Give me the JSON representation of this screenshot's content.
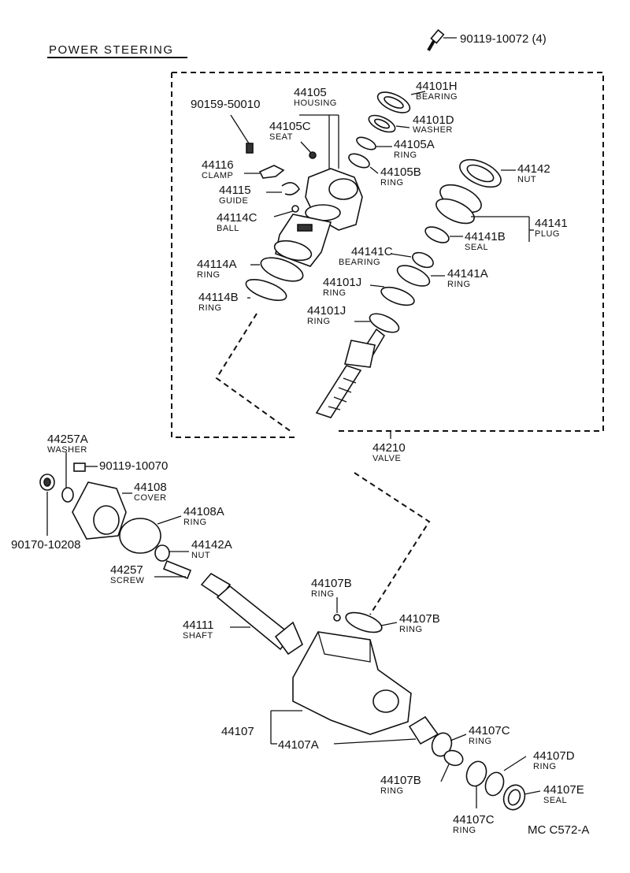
{
  "title": "POWER STEERING",
  "code": "MC C572-A",
  "callouts": [
    {
      "num": "90119-10072 (4)",
      "name": ""
    },
    {
      "num": "44101H",
      "name": "BEARING"
    },
    {
      "num": "44105",
      "name": "HOUSING"
    },
    {
      "num": "90159-50010",
      "name": ""
    },
    {
      "num": "44101D",
      "name": "WASHER"
    },
    {
      "num": "44105C",
      "name": "SEAT"
    },
    {
      "num": "44105A",
      "name": "RING"
    },
    {
      "num": "44116",
      "name": "CLAMP"
    },
    {
      "num": "44105B",
      "name": "RING"
    },
    {
      "num": "44142",
      "name": "NUT"
    },
    {
      "num": "44115",
      "name": "GUIDE"
    },
    {
      "num": "44114C",
      "name": "BALL"
    },
    {
      "num": "44141",
      "name": "PLUG"
    },
    {
      "num": "44141B",
      "name": "SEAL"
    },
    {
      "num": "44141C",
      "name": "BEARING"
    },
    {
      "num": "44114A",
      "name": "RING"
    },
    {
      "num": "44141A",
      "name": "RING"
    },
    {
      "num": "44101J",
      "name": "RING"
    },
    {
      "num": "44114B",
      "name": "RING"
    },
    {
      "num": "44101J",
      "name": "RING"
    },
    {
      "num": "44210",
      "name": "VALVE"
    },
    {
      "num": "44257A",
      "name": "WASHER"
    },
    {
      "num": "90119-10070",
      "name": ""
    },
    {
      "num": "44108",
      "name": "COVER"
    },
    {
      "num": "44108A",
      "name": "RING"
    },
    {
      "num": "90170-10208",
      "name": ""
    },
    {
      "num": "44142A",
      "name": "NUT"
    },
    {
      "num": "44257",
      "name": "SCREW"
    },
    {
      "num": "44107B",
      "name": "RING"
    },
    {
      "num": "44107B",
      "name": "RING"
    },
    {
      "num": "44111",
      "name": "SHAFT"
    },
    {
      "num": "44107",
      "name": ""
    },
    {
      "num": "44107A",
      "name": ""
    },
    {
      "num": "44107C",
      "name": "RING"
    },
    {
      "num": "44107D",
      "name": "RING"
    },
    {
      "num": "44107B",
      "name": "RING"
    },
    {
      "num": "44107E",
      "name": "SEAL"
    },
    {
      "num": "44107C",
      "name": "RING"
    }
  ]
}
